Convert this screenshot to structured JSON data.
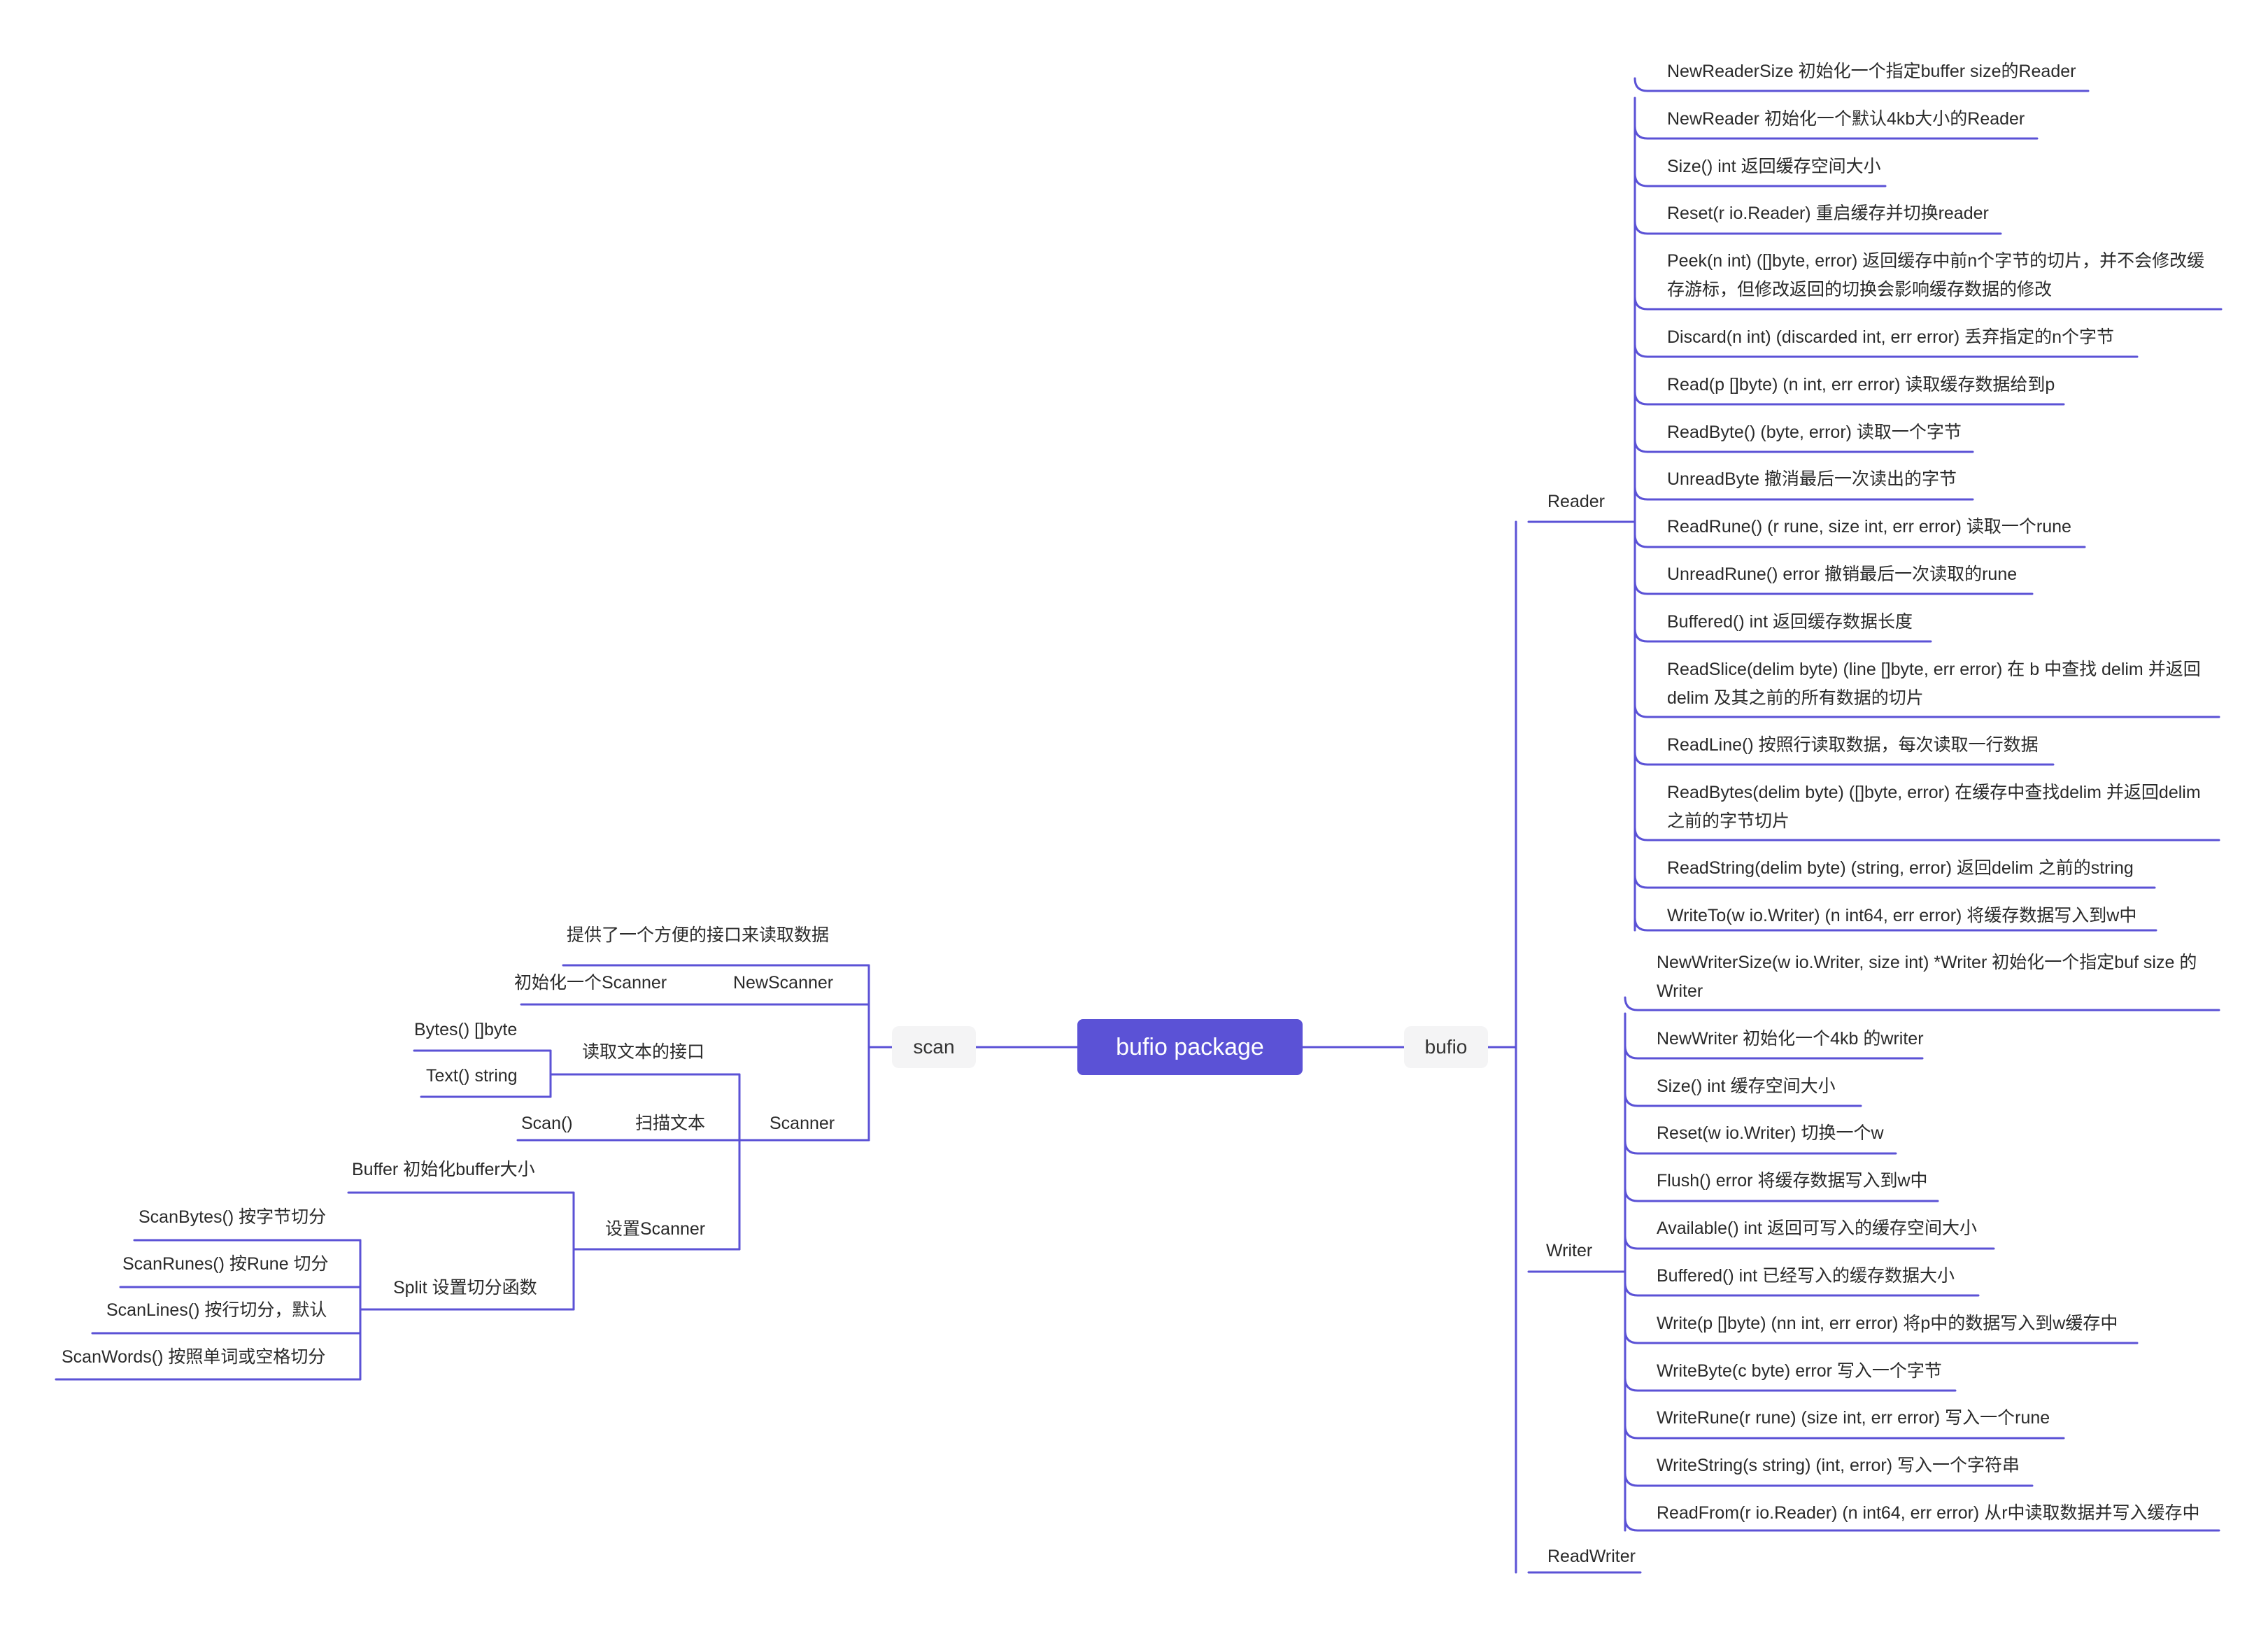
{
  "root": "bufio package",
  "branches": {
    "scan": "scan",
    "bufio": "bufio"
  },
  "bufio": {
    "reader": {
      "label": "Reader",
      "items": [
        "NewReaderSize 初始化一个指定buffer size的Reader",
        "NewReader 初始化一个默认4kb大小的Reader",
        "Size() int 返回缓存空间大小",
        "Reset(r io.Reader) 重启缓存并切换reader",
        "Peek(n int) ([]byte, error) 返回缓存中前n个字节的切片，并不会修改缓存游标，但修改返回的切换会影响缓存数据的修改",
        "Discard(n int) (discarded int, err error)  丢弃指定的n个字节",
        "Read(p []byte) (n int, err error) 读取缓存数据给到p",
        "ReadByte() (byte, error)  读取一个字节",
        "UnreadByte 撤消最后一次读出的字节",
        "ReadRune() (r rune, size int, err error)  读取一个rune",
        "UnreadRune() error 撤销最后一次读取的rune",
        "Buffered() int  返回缓存数据长度",
        "ReadSlice(delim byte) (line []byte, err error) 在 b 中查找 delim 并返回 delim 及其之前的所有数据的切片",
        "ReadLine() 按照行读取数据，每次读取一行数据",
        "ReadBytes(delim byte) ([]byte, error) 在缓存中查找delim 并返回delim 之前的字节切片",
        "ReadString(delim byte) (string, error) 返回delim 之前的string",
        "WriteTo(w io.Writer) (n int64, err error) 将缓存数据写入到w中"
      ]
    },
    "writer": {
      "label": "Writer",
      "items": [
        "NewWriterSize(w io.Writer, size int) *Writer  初始化一个指定buf size 的Writer",
        "NewWriter 初始化一个4kb 的writer",
        "Size() int  缓存空间大小",
        "Reset(w io.Writer) 切换一个w",
        "Flush() error 将缓存数据写入到w中",
        "Available() int 返回可写入的缓存空间大小",
        "Buffered() int  已经写入的缓存数据大小",
        "Write(p []byte) (nn int, err error) 将p中的数据写入到w缓存中",
        "WriteByte(c byte) error 写入一个字节",
        "WriteRune(r rune) (size int, err error)  写入一个rune",
        "WriteString(s string) (int, error) 写入一个字符串",
        "ReadFrom(r io.Reader) (n int64, err error)  从r中读取数据并写入缓存中"
      ]
    },
    "readwriter": {
      "label": "ReadWriter"
    }
  },
  "scan": {
    "newscanner": {
      "label": "NewScanner",
      "desc": "初始化一个Scanner"
    },
    "provides": "提供了一个方便的接口来读取数据",
    "scanner": {
      "label": "Scanner",
      "read_iface": {
        "label": "读取文本的接口",
        "items": [
          "Bytes() []byte",
          "Text() string"
        ]
      },
      "scan_text": {
        "label": "扫描文本",
        "item": "Scan()"
      },
      "setup": {
        "label": "设置Scanner",
        "buffer": "Buffer 初始化buffer大小",
        "split": {
          "label": "Split 设置切分函数",
          "items": [
            "ScanBytes() 按字节切分",
            "ScanRunes() 按Rune 切分",
            "ScanLines() 按行切分，默认",
            "ScanWords() 按照单词或空格切分"
          ]
        }
      }
    }
  }
}
